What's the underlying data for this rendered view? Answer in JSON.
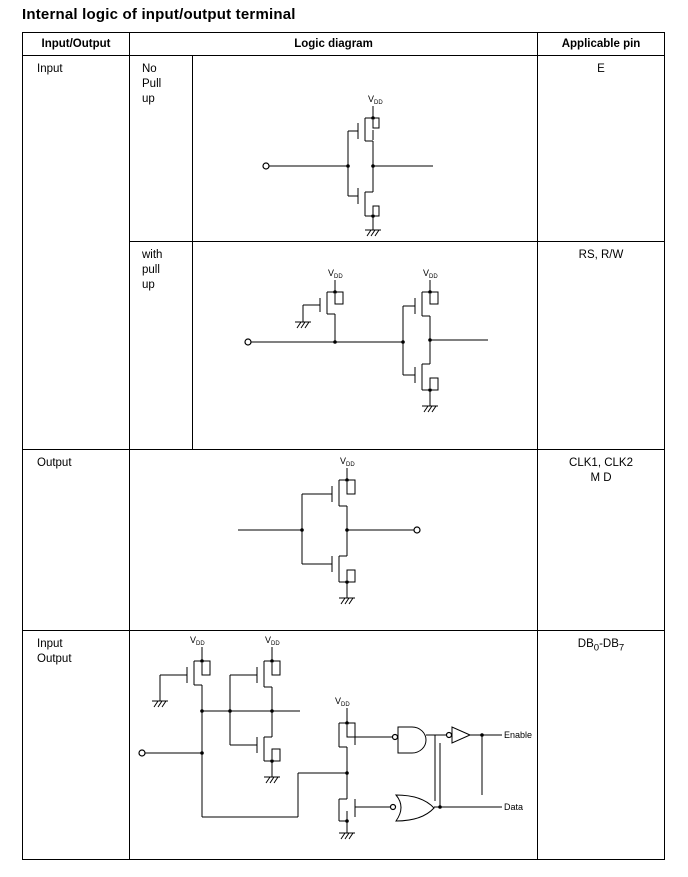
{
  "title": "Internal logic of input/output terminal",
  "headers": {
    "io": "Input/Output",
    "diagram": "Logic diagram",
    "pin": "Applicable pin"
  },
  "rows": [
    {
      "io": "Input",
      "sub": [
        "No",
        "Pull",
        "up"
      ],
      "pin": [
        "E"
      ]
    },
    {
      "io": "",
      "sub": [
        "with",
        "pull",
        "up"
      ],
      "pin": [
        "RS, R/W"
      ]
    },
    {
      "io": "Output",
      "pin": [
        "CLK1, CLK2",
        "M D"
      ]
    },
    {
      "io": "Input\nOutput",
      "io_lines": [
        "Input",
        "Output"
      ],
      "pin_main": "DB",
      "pin_sub1": "0",
      "pin_sep": "-DB",
      "pin_sub2": "7"
    }
  ],
  "diagram_labels": {
    "vdd": "V",
    "vdd_sub": "DD",
    "enable": "Enable",
    "data": "Data"
  }
}
